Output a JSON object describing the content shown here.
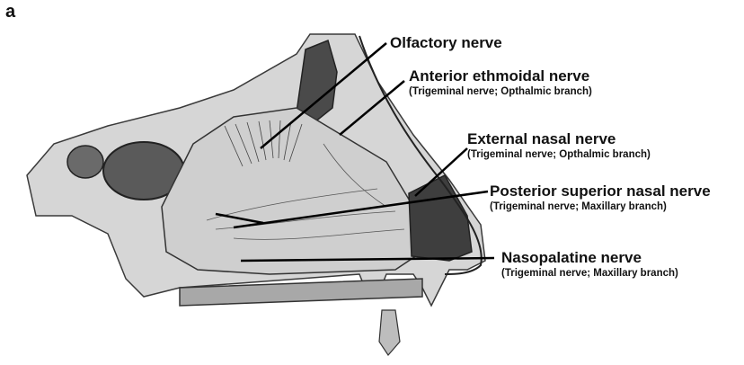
{
  "panel_letter": "a",
  "labels": {
    "olfactory": {
      "name": "Olfactory nerve",
      "sub": ""
    },
    "anterior_ethmoidal": {
      "name": "Anterior ethmoidal nerve",
      "sub": "(Trigeminal nerve; Opthalmic branch)"
    },
    "external_nasal": {
      "name": "External nasal nerve",
      "sub": "(Trigeminal nerve; Opthalmic branch)"
    },
    "posterior_superior_nasal": {
      "name": "Posterior superior nasal nerve",
      "sub": "(Trigeminal nerve; Maxillary branch)"
    },
    "nasopalatine": {
      "name": "Nasopalatine nerve",
      "sub": "(Trigeminal nerve; Maxillary branch)"
    }
  }
}
